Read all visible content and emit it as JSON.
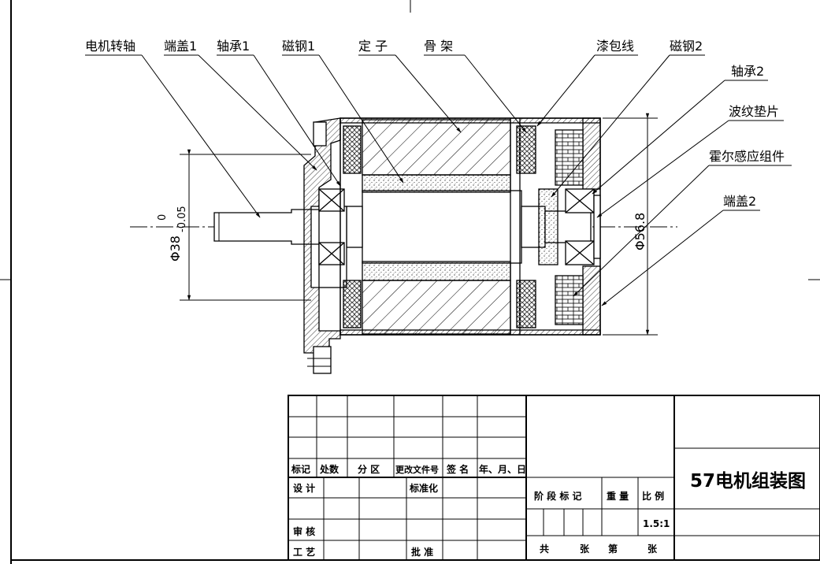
{
  "labels": {
    "shaft": "电机转轴",
    "end_cap_1": "端盖1",
    "bearing_1": "轴承1",
    "magnet_1": "磁钢1",
    "stator": "定 子",
    "frame": "骨 架",
    "enameled_wire": "漆包线",
    "magnet_2": "磁钢2",
    "bearing_2": "轴承2",
    "wave_washer": "波纹垫片",
    "hall_sensor": "霍尔感应组件",
    "end_cap_2": "端盖2"
  },
  "dimensions": {
    "shaft_diameter": "Φ38",
    "shaft_tol_upper": "0",
    "shaft_tol_lower": "-0.05",
    "housing_diameter": "Φ56.8"
  },
  "title_block": {
    "headers": [
      "标记",
      "处数",
      "分 区",
      "更改文件号",
      "签 名",
      "年、月、日"
    ],
    "design": "设 计",
    "standardize": "标准化",
    "review": "审 核",
    "process": "工 艺",
    "approve": "批 准",
    "stage_mark": "阶 段 标 记",
    "weight": "重 量",
    "scale_label": "比 例",
    "scale_value": "1.5:1",
    "total": "共",
    "sheets": "张",
    "sheet_no": "第",
    "sheet_suffix": "张",
    "drawing_title": "57电机组装图"
  }
}
